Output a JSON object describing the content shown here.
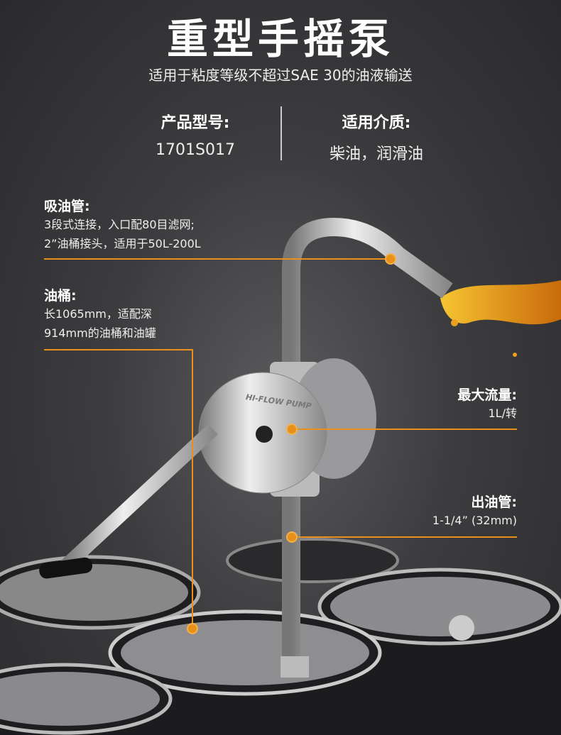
{
  "header": {
    "title": "重型手摇泵",
    "subtitle": "适用于粘度等级不超过SAE 30的油液输送"
  },
  "specs": [
    {
      "label": "产品型号:",
      "value": "1701S017"
    },
    {
      "label": "适用介质:",
      "value": "柴油，润滑油"
    }
  ],
  "callouts": {
    "suction_pipe": {
      "title": "吸油管:",
      "lines": [
        "3段式连接，入口配80目滤网;",
        "2”油桶接头，适用于50L-200L"
      ]
    },
    "barrel": {
      "title": "油桶:",
      "lines": [
        "长1065mm，适配深",
        "914mm的油桶和油罐"
      ]
    },
    "max_flow": {
      "title": "最大流量:",
      "value": "1L/转"
    },
    "outlet_pipe": {
      "title": "出油管:",
      "value": "1-1/4” (32mm)"
    }
  },
  "product_marking": "HI-FLOW PUMP",
  "colors": {
    "accent": "#e8901a",
    "background": "#333335"
  }
}
